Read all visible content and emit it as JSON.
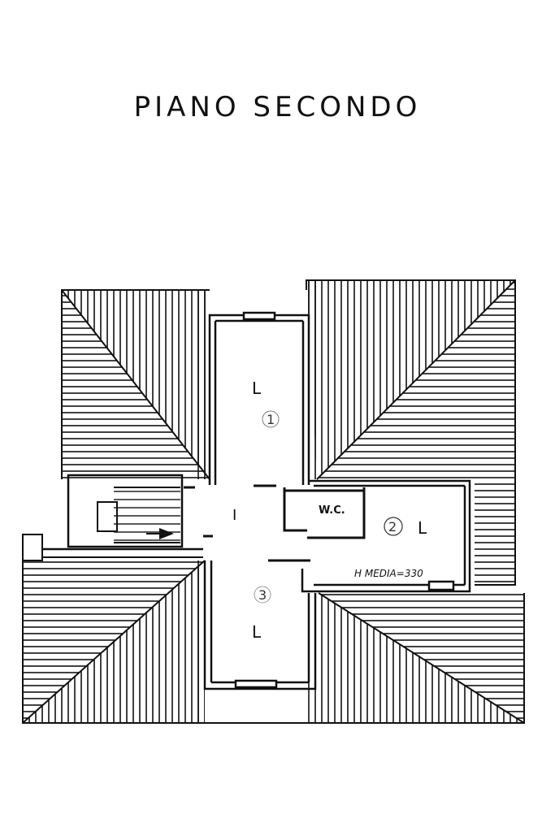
{
  "title": "PIANO SECONDO",
  "rooms": {
    "top_label": "L",
    "top_number": "1",
    "right_label": "L",
    "right_number": "2",
    "bottom_label": "L",
    "bottom_number": "3",
    "wc_label": "W.C."
  },
  "stair_label": "I",
  "height_note": "H MEDIA=330",
  "colors": {
    "ink": "#111111",
    "paper": "#ffffff"
  }
}
